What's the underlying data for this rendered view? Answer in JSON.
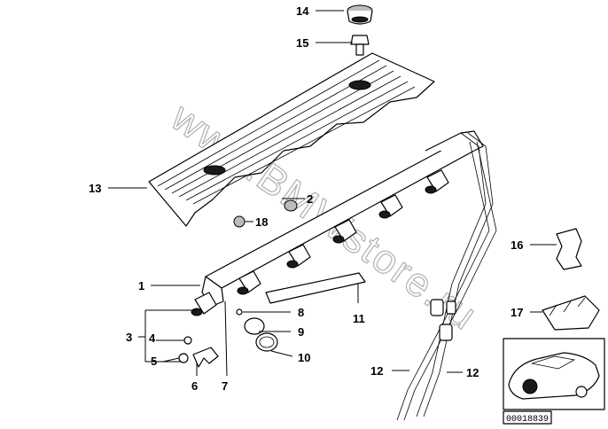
{
  "callouts": {
    "c1": "1",
    "c2": "2",
    "c3": "3",
    "c4": "4",
    "c5": "5",
    "c6": "6",
    "c7": "7",
    "c8": "8",
    "c9": "9",
    "c10": "10",
    "c11": "11",
    "c12a": "12",
    "c12b": "12",
    "c13": "13",
    "c14": "14",
    "c15": "15",
    "c16": "16",
    "c17": "17",
    "c18": "18"
  },
  "watermark": "www.BMWstore.ru",
  "reference_code": "00018839",
  "colors": {
    "line": "#000000",
    "watermark": "#b0b0b0",
    "fill_dark": "#1a1a1a"
  }
}
